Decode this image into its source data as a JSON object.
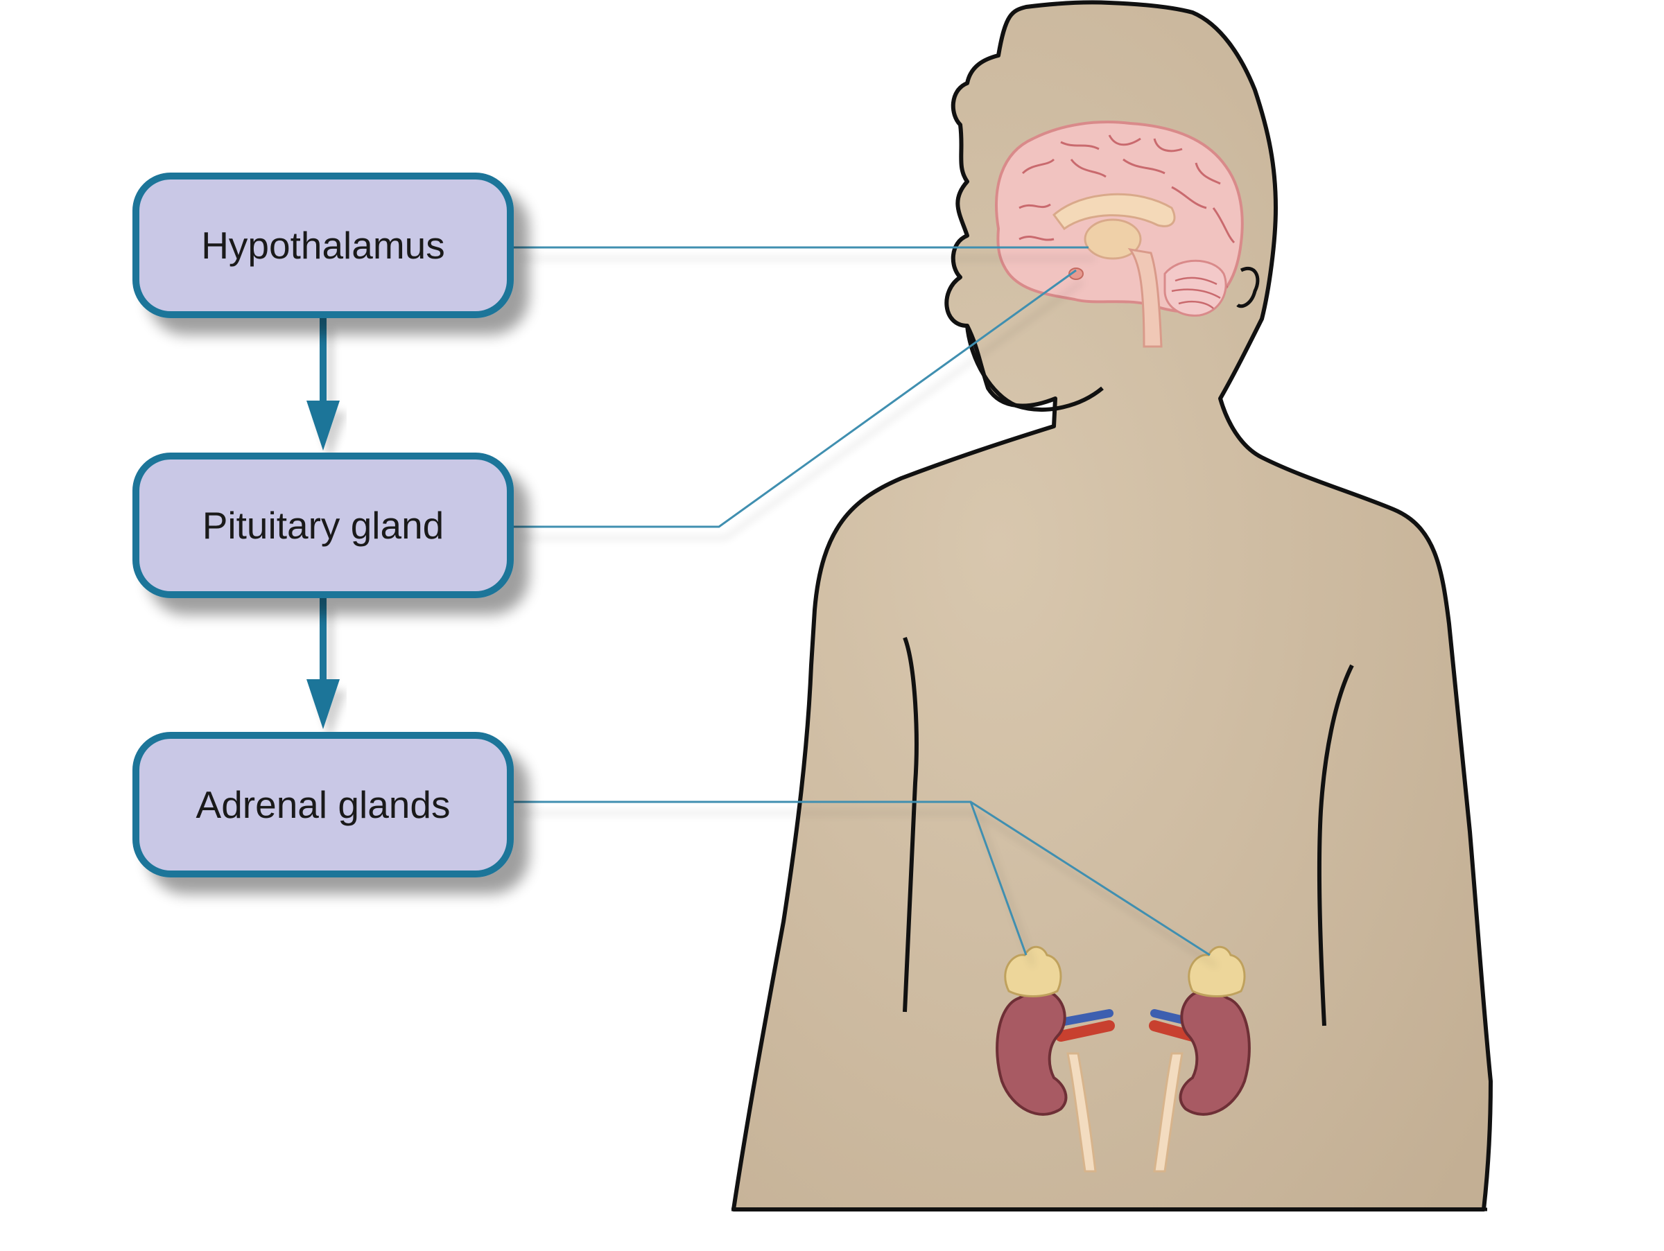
{
  "diagram": {
    "nodes": [
      {
        "id": "hypothalamus",
        "label": "Hypothalamus"
      },
      {
        "id": "pituitary",
        "label": "Pituitary gland"
      },
      {
        "id": "adrenal",
        "label": "Adrenal glands"
      }
    ],
    "edges": [
      {
        "from": "hypothalamus",
        "to": "pituitary"
      },
      {
        "from": "pituitary",
        "to": "adrenal"
      }
    ]
  },
  "colors": {
    "box_fill": "#c9c8e6",
    "box_stroke": "#1d7499",
    "arrow": "#1d7499",
    "leader_line": "#3f8fb0",
    "skin": "#c8b59b",
    "outline": "#111111",
    "brain": "#f1c3c0",
    "kidney": "#a85a63",
    "adrenal_gland": "#edd69a"
  }
}
